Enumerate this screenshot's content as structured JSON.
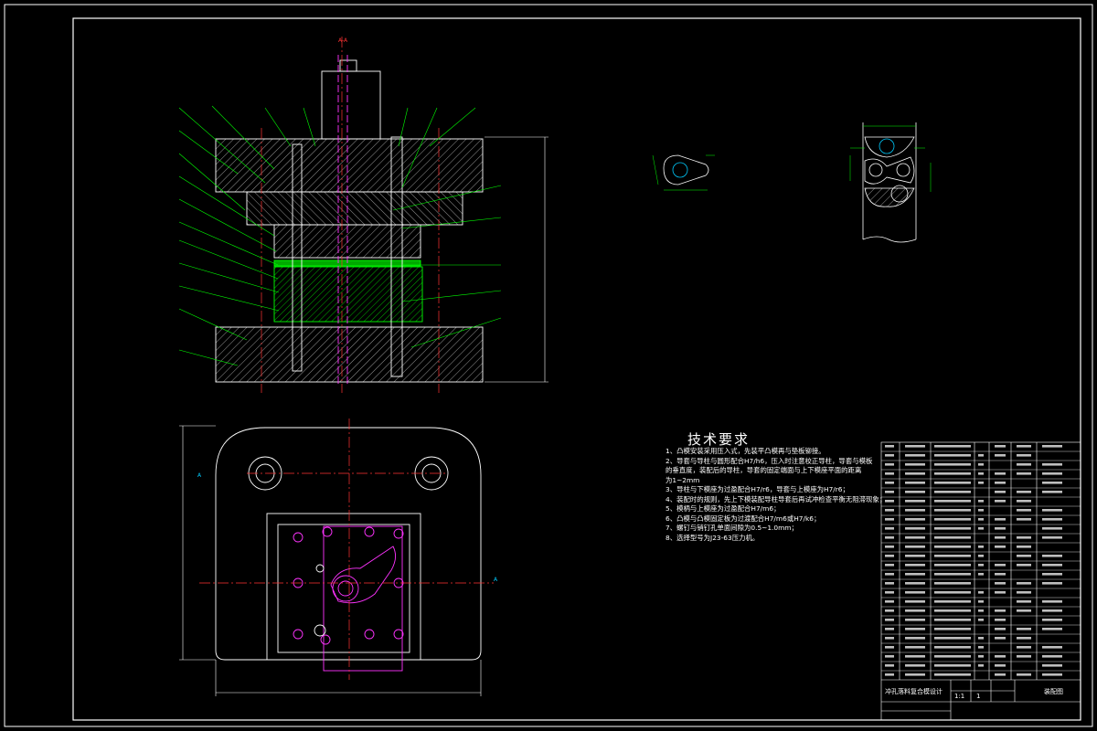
{
  "technical_requirements": {
    "title": "技术要求",
    "items": [
      "1、凸模安装采用压入式，先装平凸模再与垫板铆接。",
      "2、导套与导柱与圆形配合H7/h6，压入时注意校正导柱，导套与模板",
      "   的垂直度，装配后的导柱，导套的固定端面与上下模座平面的距离",
      "   为1~2mm",
      "3、导柱与下模座为过盈配合H7/r6，导套与上模座为H7/r6；",
      "4、装配时的规则，先上下模装配导柱导套后再试冲检查平衡无阻滞现象；",
      "5、模柄与上模座为过盈配合H7/m6；",
      "6、凸模与凸模固定板为过渡配合H7/m6或H7/k6；",
      "7、螺钉与销钉孔单面间隙为0.5~1.0mm；",
      "8、选择型号为J23-63压力机。"
    ]
  },
  "title_block": {
    "drawing_name": "冲孔落料复合模设计",
    "drawing_type": "装配图",
    "scale": "1:1",
    "sheets": "1"
  },
  "section_label": "A-A"
}
